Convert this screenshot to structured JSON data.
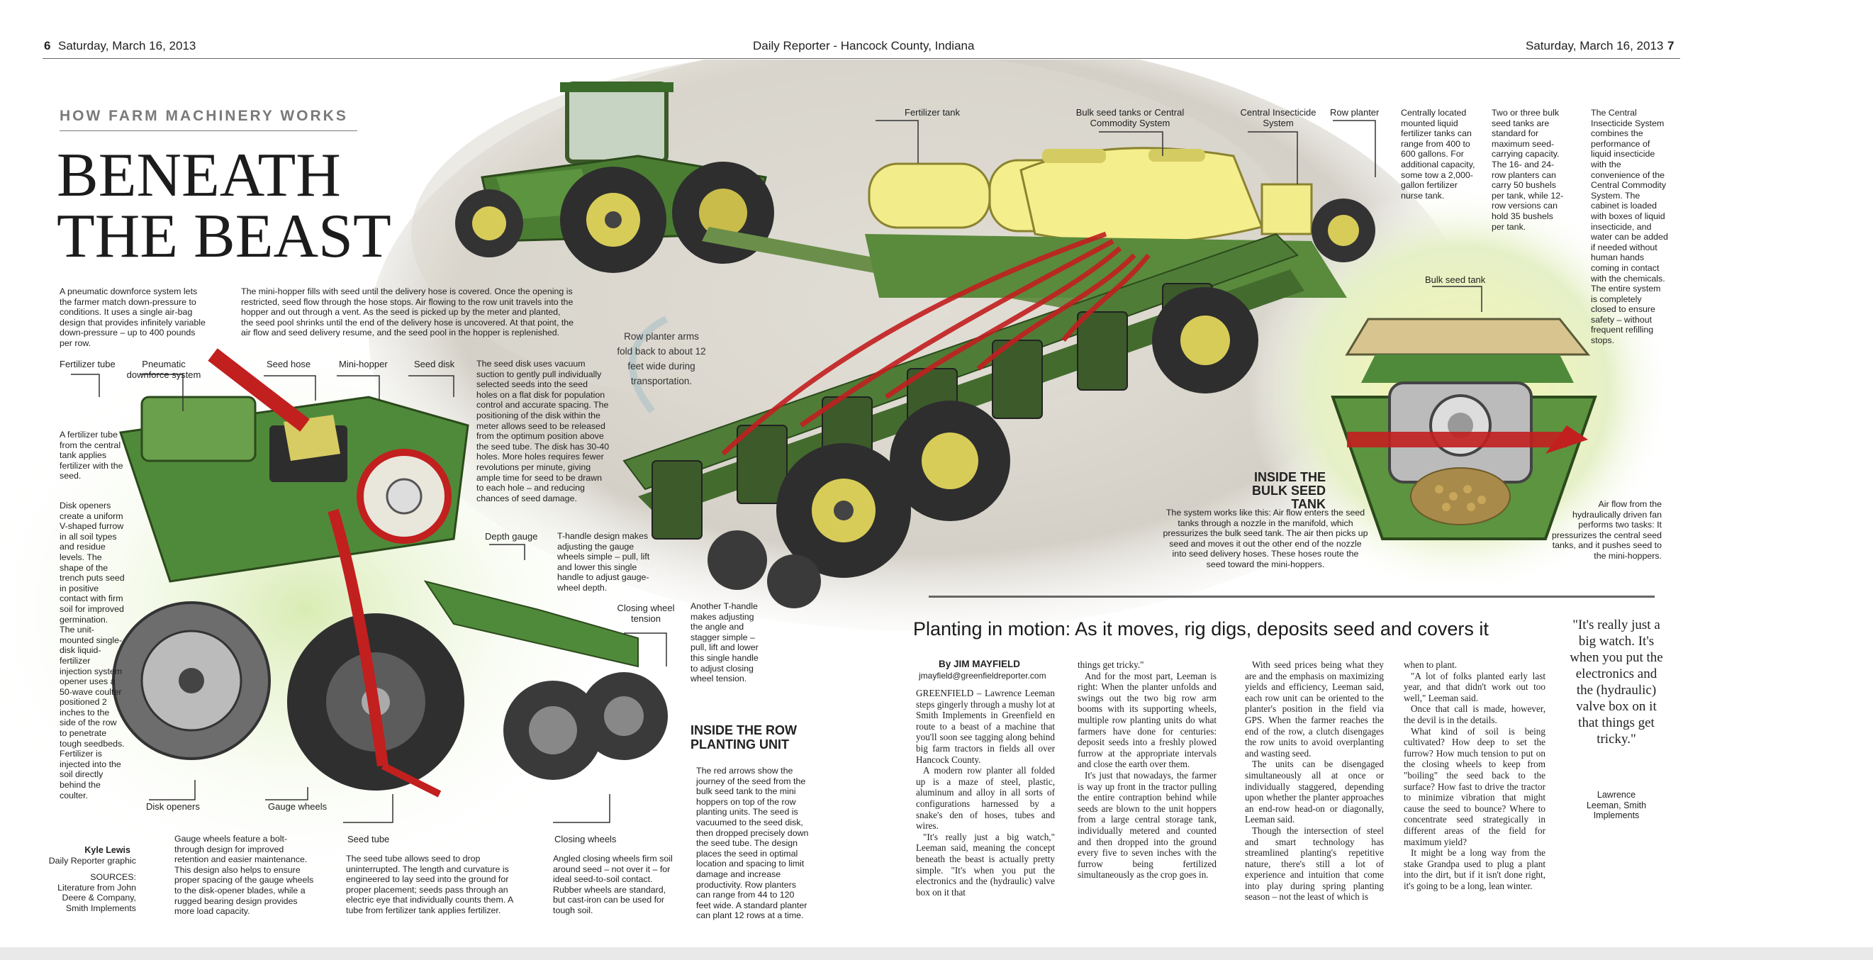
{
  "header": {
    "left_page": "6",
    "left_date": "Saturday, March 16, 2013",
    "center": "Daily Reporter - Hancock County, Indiana",
    "right_date": "Saturday, March 16, 2013",
    "right_page": "7"
  },
  "kicker": "HOW FARM MACHINERY WORKS",
  "title_line1": "BENEATH",
  "title_line2": "THE BEAST",
  "intro_pneumatic": "A pneumatic downforce system lets the farmer match down-pressure to conditions. It uses a single air-bag design that provides infinitely variable down-pressure – up to 400 pounds per row.",
  "intro_minihopper": "The mini-hopper fills with seed until the delivery hose is covered. Once the opening is restricted, seed flow through the hose stops. Air flowing to the row unit travels into the hopper and out through a vent. As the seed is picked up by the meter and planted, the seed pool shrinks until the end of the delivery hose is uncovered. At that point, the air flow and seed delivery resume, and the seed pool in the hopper is replenished.",
  "labels": {
    "fertilizer_tube": "Fertilizer tube",
    "pneumatic_downforce": "Pneumatic downforce system",
    "seed_hose": "Seed hose",
    "mini_hopper": "Mini-hopper",
    "seed_disk": "Seed disk",
    "depth_gauge": "Depth gauge",
    "closing_wheel_tension": "Closing wheel tension",
    "disk_openers": "Disk openers",
    "gauge_wheels": "Gauge wheels",
    "seed_tube": "Seed tube",
    "closing_wheels": "Closing wheels",
    "fertilizer_tank": "Fertilizer tank",
    "bulk_seed_tanks": "Bulk seed tanks or Central Commodity System",
    "central_insecticide": "Central Insecticide System",
    "row_planter": "Row planter",
    "bulk_seed_tank": "Bulk seed tank"
  },
  "captions": {
    "fertilizer_tube": "A fertilizer tube from the central tank applies fertilizer with the seed.",
    "disk_openers": "Disk openers create a uniform V-shaped furrow in all soil types and residue levels. The shape of the trench puts seed in positive contact with firm soil for improved germination. The unit-mounted single-disk liquid-fertilizer injection system opener uses a 50-wave coulter positioned 2 inches to the side of the row to penetrate tough seedbeds. Fertilizer is injected into the soil directly behind the coulter.",
    "seed_disk": "The seed disk uses vacuum suction to gently pull individually selected seeds into the seed holes on a flat disk for population control and accurate spacing. The positioning of the disk within the meter allows seed to be released from the optimum position above the seed tube. The disk has 30-40 holes. More holes requires fewer revolutions per minute, giving ample time for seed to be drawn to each hole – and reducing chances of seed damage.",
    "t_handle_gauge": "T-handle design makes adjusting the gauge wheels simple – pull, lift and lower this single handle to adjust gauge-wheel depth.",
    "t_handle_closing": "Another T-handle makes adjusting the angle and stagger simple – pull, lift and lower this single handle to adjust closing wheel tension.",
    "row_planter_arms": "Row planter arms fold back to about 12 feet wide during transportation.",
    "fert_tanks": "Centrally located mounted liquid fertilizer tanks can range from 400 to 600 gallons. For additional capacity, some tow a 2,000-gallon fertilizer nurse tank.",
    "bulk_tanks": "Two or three bulk seed tanks are standard for maximum seed-carrying capacity. The 16- and 24-row planters can carry 50 bushels per tank, while 12-row versions can hold 35 bushels per tank.",
    "central_insecticide": "The Central Insecticide System combines the performance of liquid insecticide with the convenience of the Central Commodity System. The cabinet is loaded with boxes of liquid insecticide, and water can be added if needed without human hands coming in contact with the chemicals. The entire system is completely closed to ensure safety – without frequent refilling stops.",
    "inside_bulk_head": "INSIDE THE BULK SEED TANK",
    "inside_bulk_body": "The system works like this: Air flow enters the seed tanks through a nozzle in the manifold, which pressurizes the bulk seed tank. The air then picks up seed and moves it out the other end of the nozzle into seed delivery hoses. These hoses route the seed toward the mini-hoppers.",
    "airflow": "Air flow from the hydraulically driven fan performs two tasks: It pressurizes the central seed tanks, and it pushes seed to the mini-hoppers.",
    "gauge_wheels": "Gauge wheels feature a bolt-through design for improved retention and easier maintenance. This design also helps to ensure proper spacing of the gauge wheels to the disk-opener blades, while a rugged bearing design provides more load capacity.",
    "seed_tube": "The seed tube allows seed to drop uninterrupted. The length and curvature is engineered to lay seed into the ground for proper placement; seeds pass through an electric eye that individually counts them. A tube from fertilizer tank applies fertilizer.",
    "closing_wheels": "Angled closing wheels firm soil around seed – not over it – for ideal seed-to-soil contact. Rubber wheels are standard, but cast-iron can be used for tough soil.",
    "inside_row_head": "INSIDE THE ROW PLANTING UNIT",
    "inside_row_body": "The red arrows show the journey of the seed from the bulk seed tank to the mini hoppers on top of the row planting units. The seed is vacuumed to the seed disk, then dropped precisely down the seed tube. The design places the seed in optimal location and spacing to limit damage and increase productivity. Row planters can range from 44 to 120 feet wide. A standard planter can plant 12 rows at a time."
  },
  "credit": {
    "name": "Kyle Lewis",
    "role": "Daily Reporter graphic",
    "sources": "SOURCES: Literature from John Deere & Company, Smith Implements"
  },
  "article": {
    "headline": "Planting in motion: As it moves, rig digs, deposits seed and covers it",
    "byline": "By JIM MAYFIELD",
    "email": "jmayfield@greenfieldreporter.com",
    "col1": [
      "GREENFIELD – Lawrence Leeman steps gingerly through a mushy lot at Smith Implements in Greenfield en route to a beast of a machine that you'll soon see tagging along behind big farm tractors in fields all over Hancock County.",
      "A modern row planter all folded up is a maze of steel, plastic, aluminum and alloy in all sorts of configurations harnessed by a snake's den of hoses, tubes and wires.",
      "\"It's really just a big watch,\" Leeman said, meaning the concept beneath the beast is actually pretty simple. \"It's when you put the electronics and the (hydraulic) valve box on it that"
    ],
    "col2": [
      "things get tricky.\"",
      "And for the most part, Leeman is right: When the planter unfolds and swings out the two big row arm booms with its supporting wheels, multiple row planting units do what farmers have done for centuries: deposit seeds into a freshly plowed furrow at the appropriate intervals and close the earth over them.",
      "It's just that nowadays, the farmer is way up front in the tractor pulling the entire contraption behind while seeds are blown to the unit hoppers from a large central storage tank, individually metered and counted and then dropped into the ground every five to seven inches with the furrow being fertilized simultaneously as the crop goes in."
    ],
    "col3": [
      "With seed prices being what they are and the emphasis on maximizing yields and efficiency, Leeman said, each row unit can be oriented to the planter's position in the field via GPS. When the farmer reaches the end of the row, a clutch disengages the row units to avoid overplanting and wasting seed.",
      "The units can be disengaged simultaneously all at once or individually staggered, depending upon whether the planter approaches an end-row head-on or diagonally, Leeman said.",
      "Though the intersection of steel and smart technology has streamlined planting's repetitive nature, there's still a lot of experience and intuition that come into play during spring planting season – not the least of which is"
    ],
    "col4": [
      "when to plant.",
      "\"A lot of folks planted early last year, and that didn't work out too well,\" Leeman said.",
      "Once that call is made, however, the devil is in the details.",
      "What kind of soil is being cultivated? How deep to set the furrow? How much tension to put on the closing wheels to keep from \"boiling\" the seed back to the surface? How fast to drive the tractor to minimize vibration that might cause the seed to bounce? Where to concentrate seed strategically in different areas of the field for maximum yield?",
      "It might be a long way from the stake Grandpa used to plug a plant into the dirt, but if it isn't done right, it's going to be a long, lean winter."
    ],
    "pullquote": "\"It's really just a big watch. It's when you put the electronics and the (hydraulic) valve box on it that things get tricky.\"",
    "pullquote_attr": "Lawrence Leeman, Smith Implements"
  }
}
